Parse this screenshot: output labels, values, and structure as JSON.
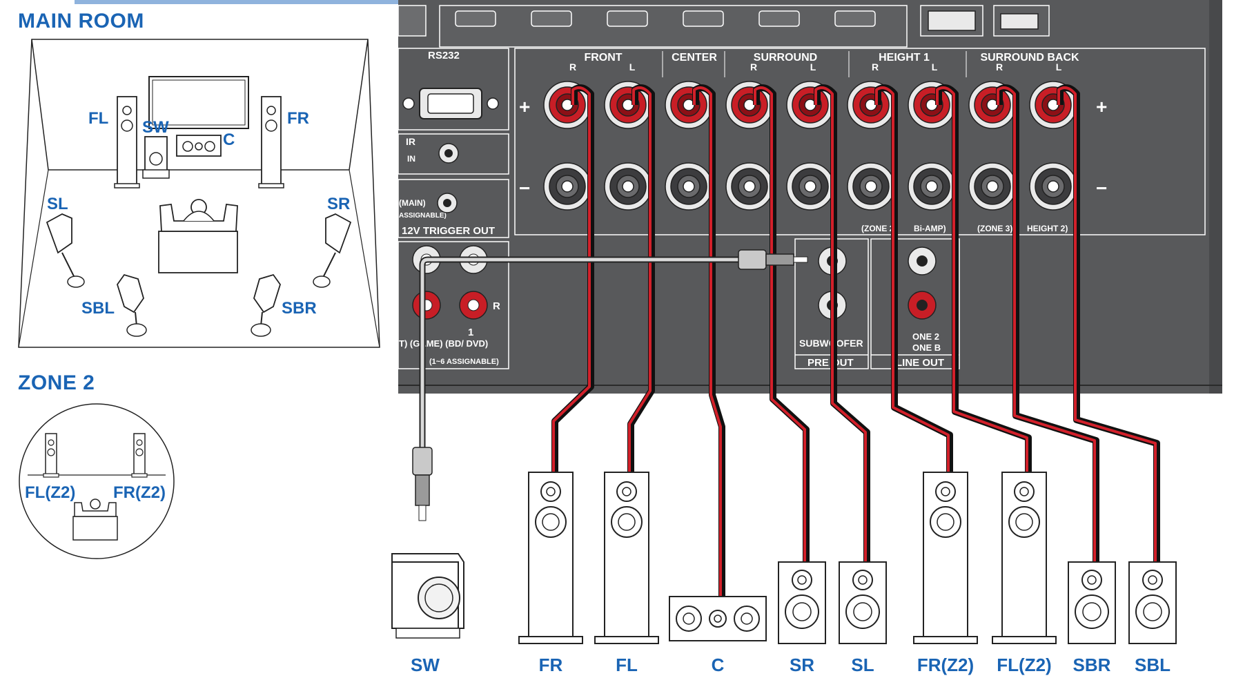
{
  "headings": {
    "main_room": "MAIN ROOM",
    "zone2": "ZONE 2"
  },
  "room_labels": {
    "fl": "FL",
    "sw": "SW",
    "c": "C",
    "fr": "FR",
    "sl": "SL",
    "sr": "SR",
    "sbl": "SBL",
    "sbr": "SBR"
  },
  "zone2_labels": {
    "fl": "FL(Z2)",
    "fr": "FR(Z2)"
  },
  "panel": {
    "rs232": "RS232",
    "ir": "IR",
    "in": "IN",
    "main": "(MAIN)",
    "assignable": "ASSIGNABLE)",
    "trigger": "12V TRIGGER OUT",
    "channel_groups": [
      "FRONT",
      "CENTER",
      "SURROUND",
      "HEIGHT 1",
      "SURROUND BACK"
    ],
    "r": "R",
    "l": "L",
    "plus": "+",
    "minus": "−",
    "zone2_small": "(ZONE 2)",
    "biamp": "Bi-AMP)",
    "zone3": "(ZONE 3)",
    "height2": "HEIGHT 2)",
    "subwoofer": "SUBWOOFER",
    "pre_out": "PRE OUT",
    "zone2_pre": "ONE 2",
    "zoneb": "ONE B",
    "line_out": "LINE OUT",
    "one": "1",
    "inputs_label": "T) (GAME) (BD/ DVD)",
    "assignable_inputs": "(1~6 ASSIGNABLE)"
  },
  "speakers": [
    "SW",
    "FR",
    "FL",
    "C",
    "SR",
    "SL",
    "FR(Z2)",
    "FL(Z2)",
    "SBR",
    "SBL"
  ],
  "colors": {
    "brand_blue": "#1a64b4",
    "panel": "#58595b",
    "cable_red": "#d2202a",
    "terminal_red": "#c81e26"
  }
}
